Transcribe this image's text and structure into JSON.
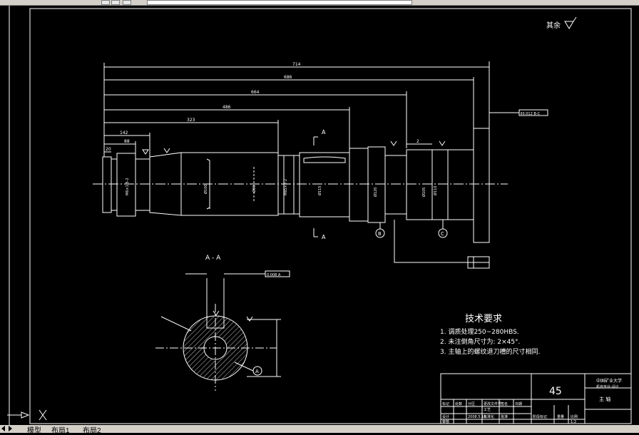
{
  "drawing": {
    "roughness_note": "其余",
    "dimensions": {
      "d714": "714",
      "d686": "686",
      "d664": "664",
      "d486": "486",
      "d323": "323",
      "d142": "142",
      "d88": "88",
      "d20": "20",
      "d2": "2"
    },
    "section_marks": {
      "top": "A",
      "bottom": "A",
      "section_title": "A - A"
    },
    "datums": {
      "a": "A",
      "b": "B",
      "c": "C"
    },
    "tolerance_frames": {
      "top_right": "Ⅱ0.012 B-C",
      "section": "0.008 A"
    },
    "tech_title": "技术要求",
    "tech_items": [
      "1. 调质处理250~280HBS.",
      "2. 未注倒角尺寸为: 2×45°.",
      "3. 主轴上的螺纹退刀槽的尺寸相同."
    ]
  },
  "title_block": {
    "material": "45",
    "school": "中国矿业大学",
    "school_sub": "机自专业·设计",
    "part_name": "主 轴",
    "scale": "1:2",
    "date": "2008.5.18",
    "cells": [
      "标记",
      "处数",
      "分区",
      "更改文件号",
      "签名",
      "日期",
      "设计",
      "标准化",
      "阶段标记",
      "重量",
      "比例",
      "审核",
      "工艺",
      "批准"
    ]
  },
  "layout_tabs": {
    "model": "模型",
    "layout1": "布局1",
    "layout2": "布局2"
  }
}
